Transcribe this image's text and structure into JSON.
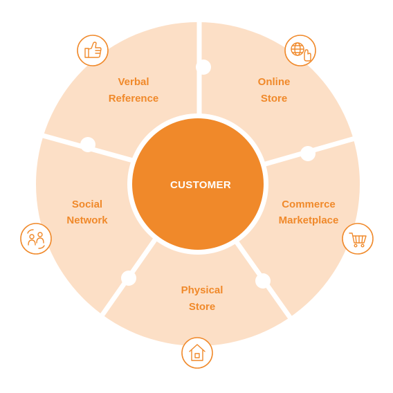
{
  "center": {
    "label": "CUSTOMER"
  },
  "segments": [
    {
      "line1": "Online",
      "line2": "Store",
      "icon": "globe-hand-icon"
    },
    {
      "line1": "Commerce",
      "line2": "Marketplace",
      "icon": "shopping-cart-icon"
    },
    {
      "line1": "Physical",
      "line2": "Store",
      "icon": "storefront-icon"
    },
    {
      "line1": "Social",
      "line2": "Network",
      "icon": "people-network-icon"
    },
    {
      "line1": "Verbal",
      "line2": "Reference",
      "icon": "thumbs-up-icon"
    }
  ],
  "colors": {
    "ring": "#fcdfc6",
    "accent": "#f0892a",
    "divider": "#ffffff"
  }
}
